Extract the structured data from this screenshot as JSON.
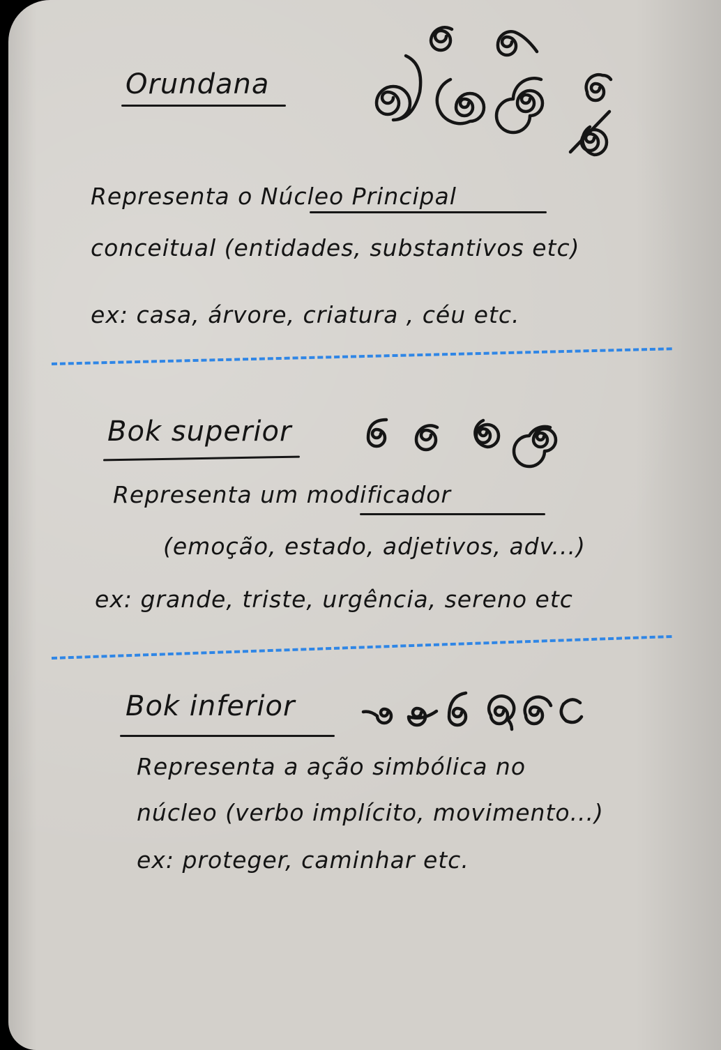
{
  "sections": [
    {
      "title": "Orundana",
      "lines": [
        "Representa o Núcleo Principal",
        "conceitual (entidades, substantivos etc)",
        "ex: casa, árvore, criatura , céu etc."
      ]
    },
    {
      "title": "Bok superior",
      "lines": [
        "Representa um modificador",
        "(emoção, estado, adjetivos, adv...)",
        "ex: grande, triste, urgência, sereno etc"
      ]
    },
    {
      "title": "Bok inferior",
      "lines": [
        "Representa a ação simbólica no",
        "núcleo (verbo implícito, movimento...)",
        "ex: proteger, caminhar etc."
      ]
    }
  ],
  "colors": {
    "ink": "#151515",
    "paper": "#d3d0cb",
    "divider": "#2f86e6"
  }
}
